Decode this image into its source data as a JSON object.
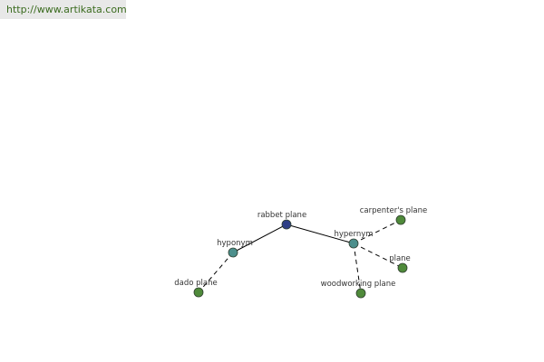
{
  "header": {
    "url": "http://www.artikata.com"
  },
  "colors": {
    "root": "#2e3f86",
    "relation": "#4c8f8c",
    "leaf": "#4f8a3a"
  },
  "graph": {
    "nodes": [
      {
        "id": "rabbet-plane",
        "label": "rabbet plane",
        "kind": "root"
      },
      {
        "id": "hyponym",
        "label": "hyponym",
        "kind": "relation"
      },
      {
        "id": "hypernym",
        "label": "hypernym",
        "kind": "relation"
      },
      {
        "id": "dado-plane",
        "label": "dado plane",
        "kind": "leaf"
      },
      {
        "id": "carpenters-plane",
        "label": "carpenter's plane",
        "kind": "leaf"
      },
      {
        "id": "plane",
        "label": "plane",
        "kind": "leaf"
      },
      {
        "id": "woodworking-plane",
        "label": "woodworking plane",
        "kind": "leaf"
      }
    ],
    "edges": [
      {
        "from": "rabbet-plane",
        "to": "hyponym",
        "style": "solid"
      },
      {
        "from": "rabbet-plane",
        "to": "hypernym",
        "style": "solid"
      },
      {
        "from": "hyponym",
        "to": "dado-plane",
        "style": "dashed"
      },
      {
        "from": "hypernym",
        "to": "carpenters-plane",
        "style": "dashed"
      },
      {
        "from": "hypernym",
        "to": "plane",
        "style": "dashed"
      },
      {
        "from": "hypernym",
        "to": "woodworking-plane",
        "style": "dashed"
      }
    ]
  }
}
